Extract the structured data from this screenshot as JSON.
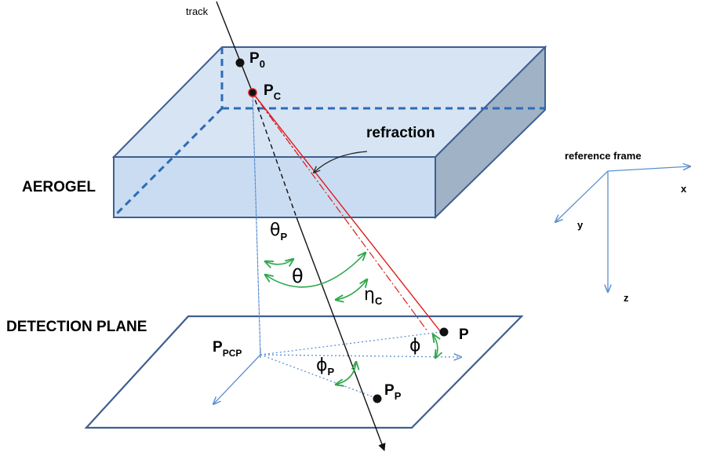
{
  "labels": {
    "track": "track",
    "p0": "P",
    "p0_sub": "0",
    "pc": "P",
    "pc_sub": "C",
    "refraction": "refraction",
    "aerogel": "AEROGEL",
    "detection_plane": "DETECTION PLANE",
    "reference_frame": "reference frame",
    "axis_x": "x",
    "axis_y": "y",
    "axis_z": "z",
    "theta_p": "θ",
    "theta_p_sub": "P",
    "theta": "θ",
    "eta_c": "η",
    "eta_c_sub": "C",
    "phi": "ϕ",
    "phi_p": "ϕ",
    "phi_p_sub": "P",
    "p": "P",
    "ppcp": "P",
    "ppcp_sub": "PCP",
    "pp": "P",
    "pp_sub": "P"
  },
  "colors": {
    "aerogel_front": "#c9dcf1",
    "aerogel_top": "#d6e4f4",
    "aerogel_side": "#9fb2c6",
    "aerogel_edge": "#3f5f8f",
    "hidden_edge": "#2e6bb5",
    "angle_arc": "#2ea84a",
    "cherenkov_ray": "#e01b1b",
    "projection": "#5b8fd0",
    "track": "#111111"
  }
}
